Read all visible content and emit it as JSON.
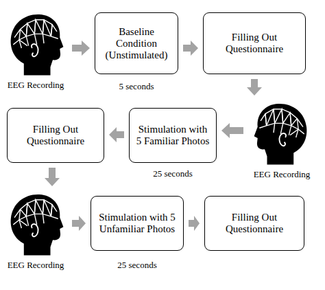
{
  "diagram": {
    "nodes": [
      {
        "text": [
          "EEG Recording"
        ]
      },
      {
        "text": [
          "Baseline Condition (Unstimulated)"
        ]
      },
      {
        "text": [
          "Filling Out Questionnaire"
        ]
      },
      {
        "text": [
          "Filling Out Questionnaire"
        ]
      },
      {
        "text": [
          "Stimulation with 5 Familiar Photos"
        ]
      },
      {
        "text": [
          "EEG Recording"
        ]
      },
      {
        "text": [
          "EEG Recording"
        ]
      },
      {
        "text": [
          "Stimulation with 5 Unfamiliar Photos"
        ]
      },
      {
        "text": [
          "Filling Out Questionnaire"
        ]
      }
    ],
    "edges": [
      {
        "from": 0,
        "to": 1,
        "arrow": "to"
      },
      {
        "from": 1,
        "to": 2,
        "arrow": "to"
      },
      {
        "from": 2,
        "to": 5,
        "arrow": "to"
      },
      {
        "from": 5,
        "to": 4,
        "arrow": "to"
      },
      {
        "from": 4,
        "to": 3,
        "arrow": "to"
      },
      {
        "from": 3,
        "to": 6,
        "arrow": "to"
      },
      {
        "from": 6,
        "to": 7,
        "arrow": "to"
      },
      {
        "from": 7,
        "to": 8,
        "arrow": "to"
      }
    ],
    "labels": [
      "5 seconds",
      "25 seconds",
      "25 seconds"
    ]
  }
}
